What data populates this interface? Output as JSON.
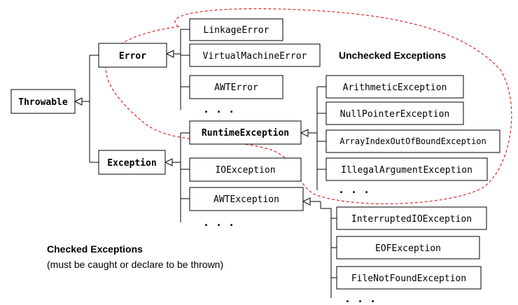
{
  "diagram": {
    "root": "Throwable",
    "error": "Error",
    "exception": "Exception",
    "error_children": [
      "LinkageError",
      "VirtualMachineError",
      "AWTError"
    ],
    "runtime": "RuntimeException",
    "runtime_children": [
      "ArithmeticException",
      "NullPointerException",
      "ArrayIndexOutOfBoundException",
      "IllegalArgumentException"
    ],
    "exception_children": [
      "IOException",
      "AWTException"
    ],
    "io_children": [
      "InterruptedIOException",
      "EOFException",
      "FileNotFoundException"
    ],
    "ellipsis": ". . .",
    "unchecked_label": "Unchecked Exceptions",
    "checked_label": "Checked Exceptions",
    "checked_note": "(must be caught or declare to be thrown)",
    "colors": {
      "line": "#000000",
      "dashed_region": "#d22b2b"
    }
  }
}
